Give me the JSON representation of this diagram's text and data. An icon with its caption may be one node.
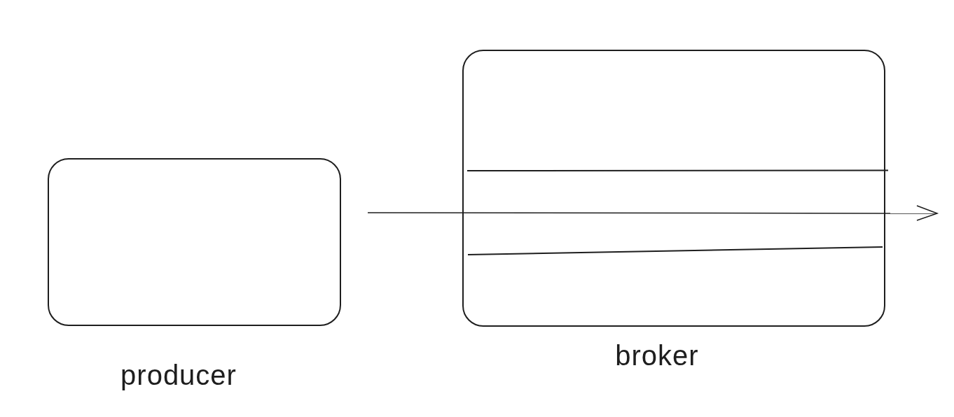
{
  "diagram": {
    "nodes": [
      {
        "text": [],
        "shape": "box",
        "beside": [
          "producer"
        ]
      },
      {
        "text": [],
        "shape": "box",
        "beside": [
          "broker"
        ]
      }
    ]
  }
}
